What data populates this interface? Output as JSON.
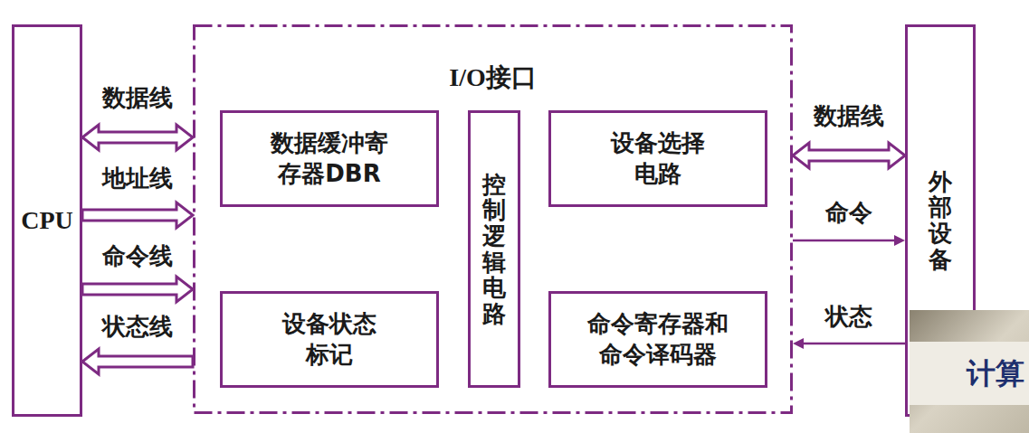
{
  "diagram": {
    "nodes": [
      {
        "text": [
          "CPU"
        ]
      },
      {
        "text": [
          "I/O接口"
        ]
      },
      {
        "text": [
          "数据缓冲寄存器DBR"
        ],
        "in": 1
      },
      {
        "text": [
          "控制逻辑电路"
        ],
        "in": 1
      },
      {
        "text": [
          "设备选择电路"
        ],
        "in": 1
      },
      {
        "text": [
          "设备状态标记"
        ],
        "in": 1
      },
      {
        "text": [
          "命令寄存器和命令译码器"
        ],
        "in": 1
      },
      {
        "text": [
          "外部设备"
        ]
      }
    ],
    "edges": [
      {
        "from": 0,
        "to": 1,
        "label": "数据线",
        "arrow": "both"
      },
      {
        "from": 0,
        "to": 1,
        "label": "地址线",
        "arrow": "to"
      },
      {
        "from": 0,
        "to": 1,
        "label": "命令线",
        "arrow": "to"
      },
      {
        "from": 1,
        "to": 0,
        "label": "状态线",
        "arrow": "to"
      },
      {
        "from": 1,
        "to": 7,
        "label": "数据线",
        "arrow": "both"
      },
      {
        "from": 1,
        "to": 7,
        "label": "命令",
        "arrow": "to"
      },
      {
        "from": 7,
        "to": 1,
        "label": "状态",
        "arrow": "to"
      }
    ],
    "labels": [
      "计算"
    ]
  }
}
